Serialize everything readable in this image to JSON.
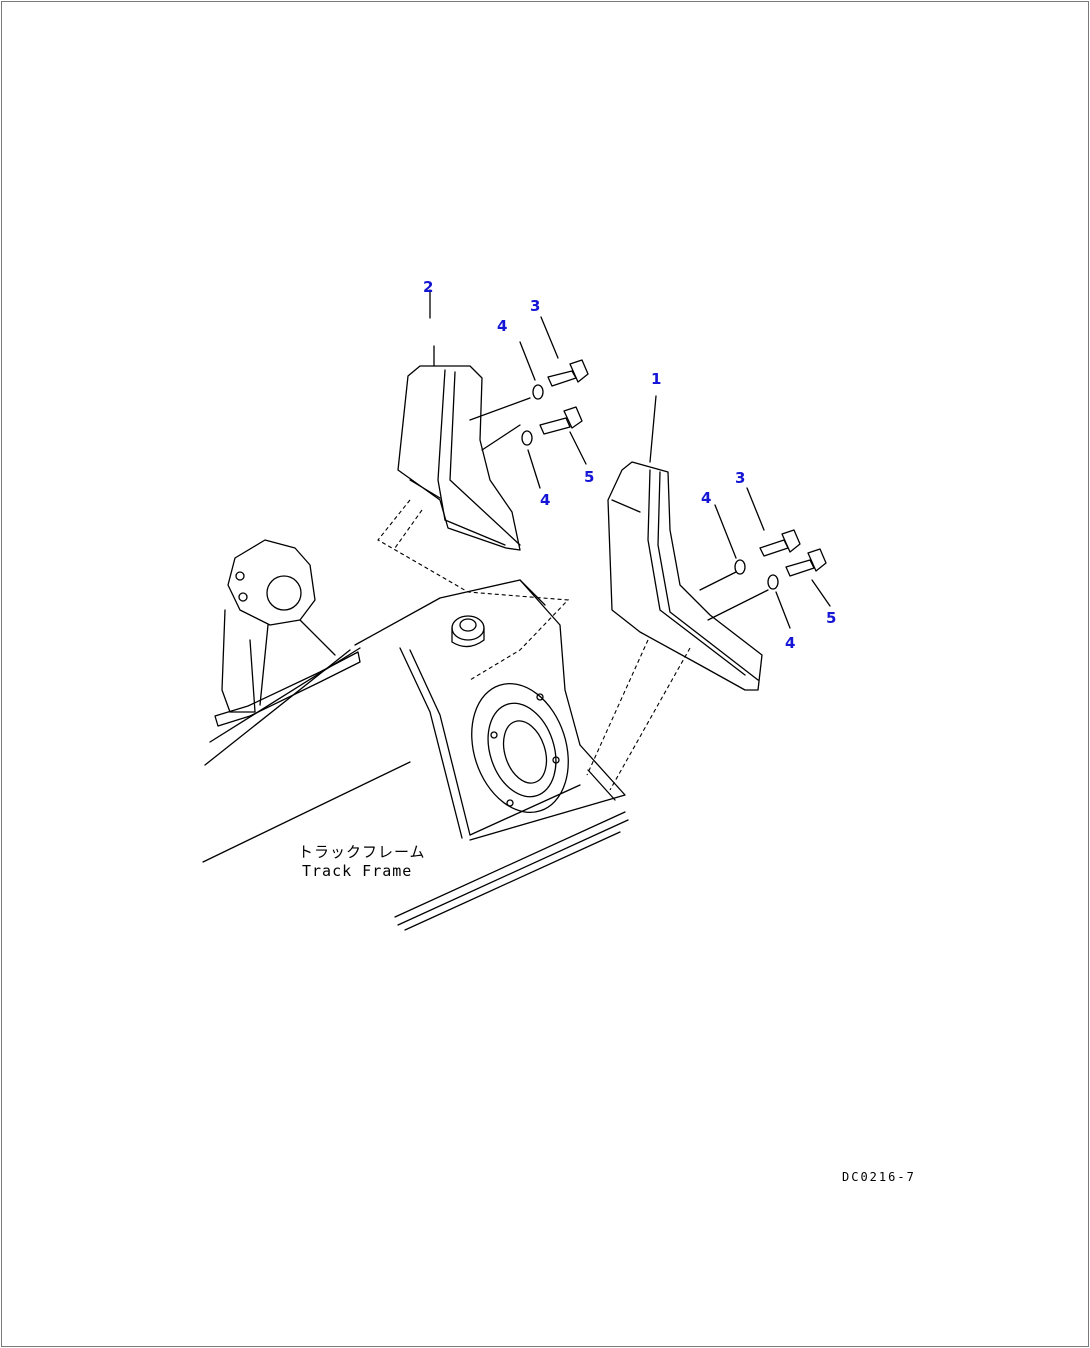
{
  "callouts": {
    "c2": "2",
    "c3a": "3",
    "c4a": "4",
    "c4b": "4",
    "c5a": "5",
    "c1": "1",
    "c3b": "3",
    "c4c": "4",
    "c4d": "4",
    "c5b": "5"
  },
  "labels": {
    "track_frame_jp": "トラックフレーム",
    "track_frame_en": "Track Frame",
    "drawing_code": "DC0216-7"
  },
  "colors": {
    "callout": "#1515d6",
    "line": "#000000",
    "border": "#7a7a7a"
  }
}
